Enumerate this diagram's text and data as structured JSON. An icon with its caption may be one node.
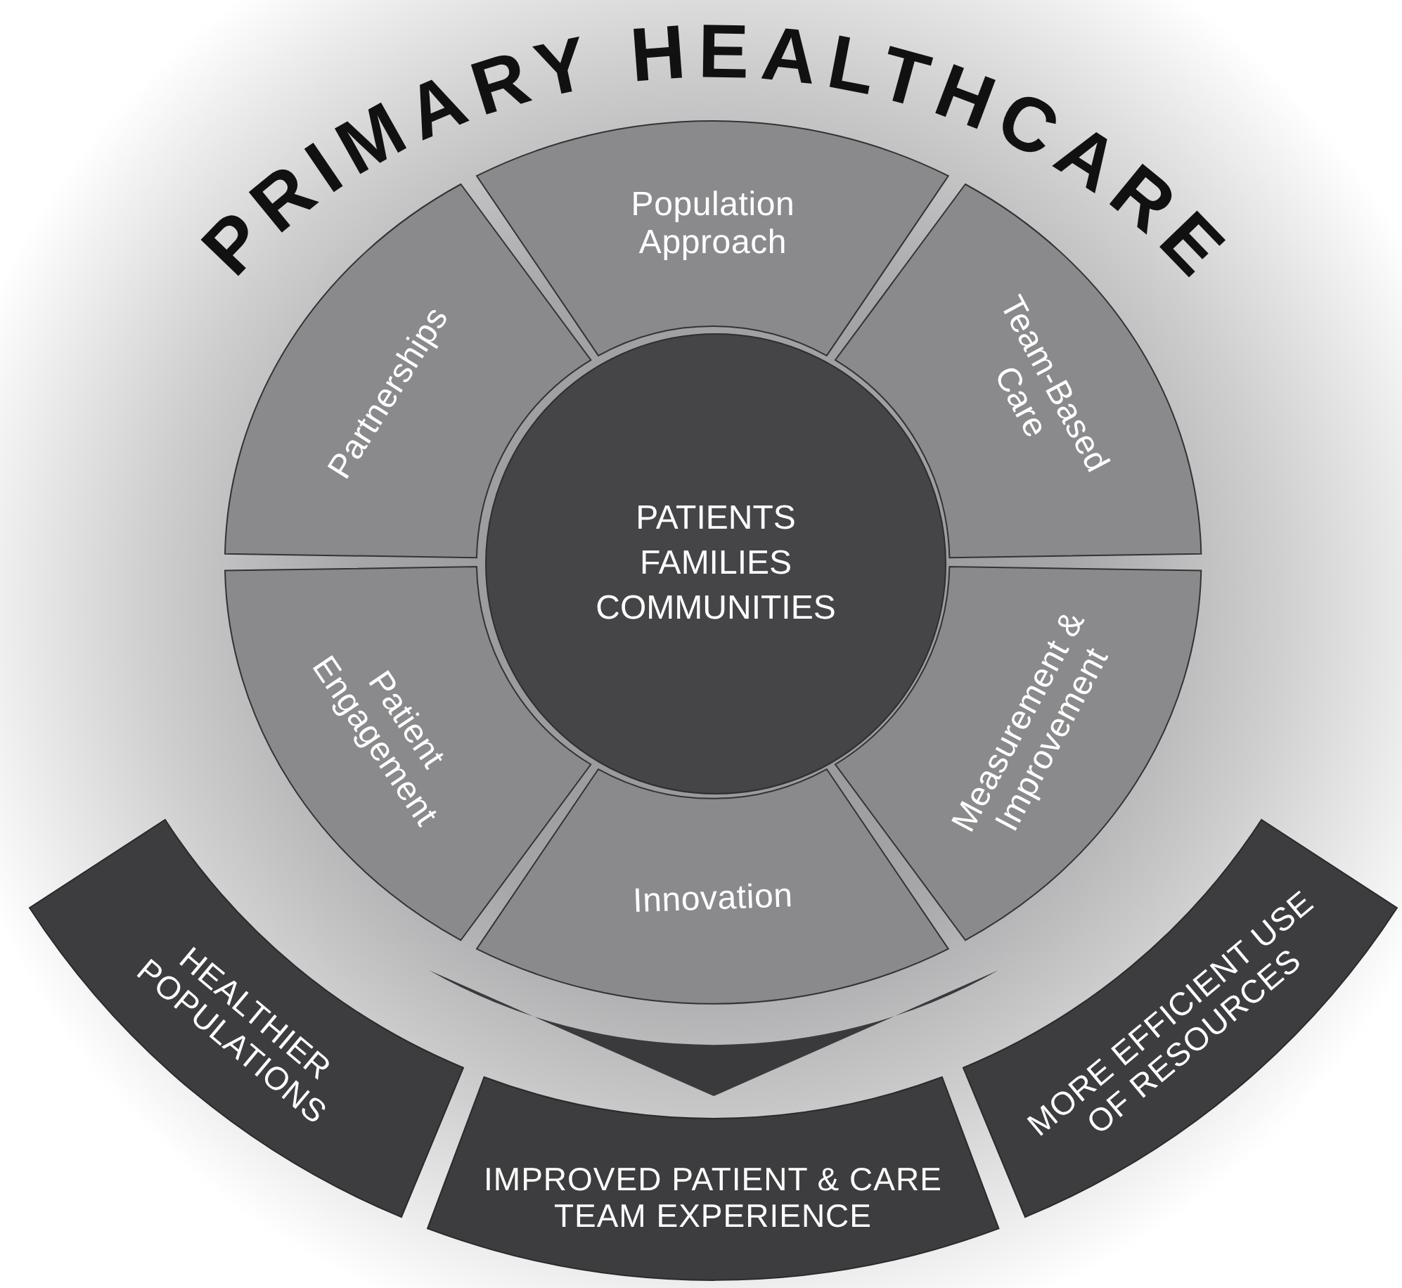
{
  "diagram": {
    "title": "PRIMARY HEALTHCARE",
    "nodes": [
      {
        "text": [
          "Population Approach"
        ]
      },
      {
        "text": [
          "Team-Based Care"
        ]
      },
      {
        "text": [
          "Measurement & Improvement"
        ]
      },
      {
        "text": [
          "Innovation"
        ]
      },
      {
        "text": [
          "Patient Engagement"
        ]
      },
      {
        "text": [
          "Partnerships"
        ]
      },
      {
        "text": [
          "PATIENTS FAMILIES COMMUNITIES"
        ]
      },
      {
        "text": [
          "HEALTHIER POPULATIONS"
        ]
      },
      {
        "text": [
          "IMPROVED PATIENT & CARE TEAM EXPERIENCE"
        ]
      },
      {
        "text": [
          "MORE EFFICIENT USE OF RESOURCES"
        ]
      }
    ],
    "edges": [
      {
        "from": 3,
        "to": 8,
        "arrow": "to"
      }
    ]
  }
}
